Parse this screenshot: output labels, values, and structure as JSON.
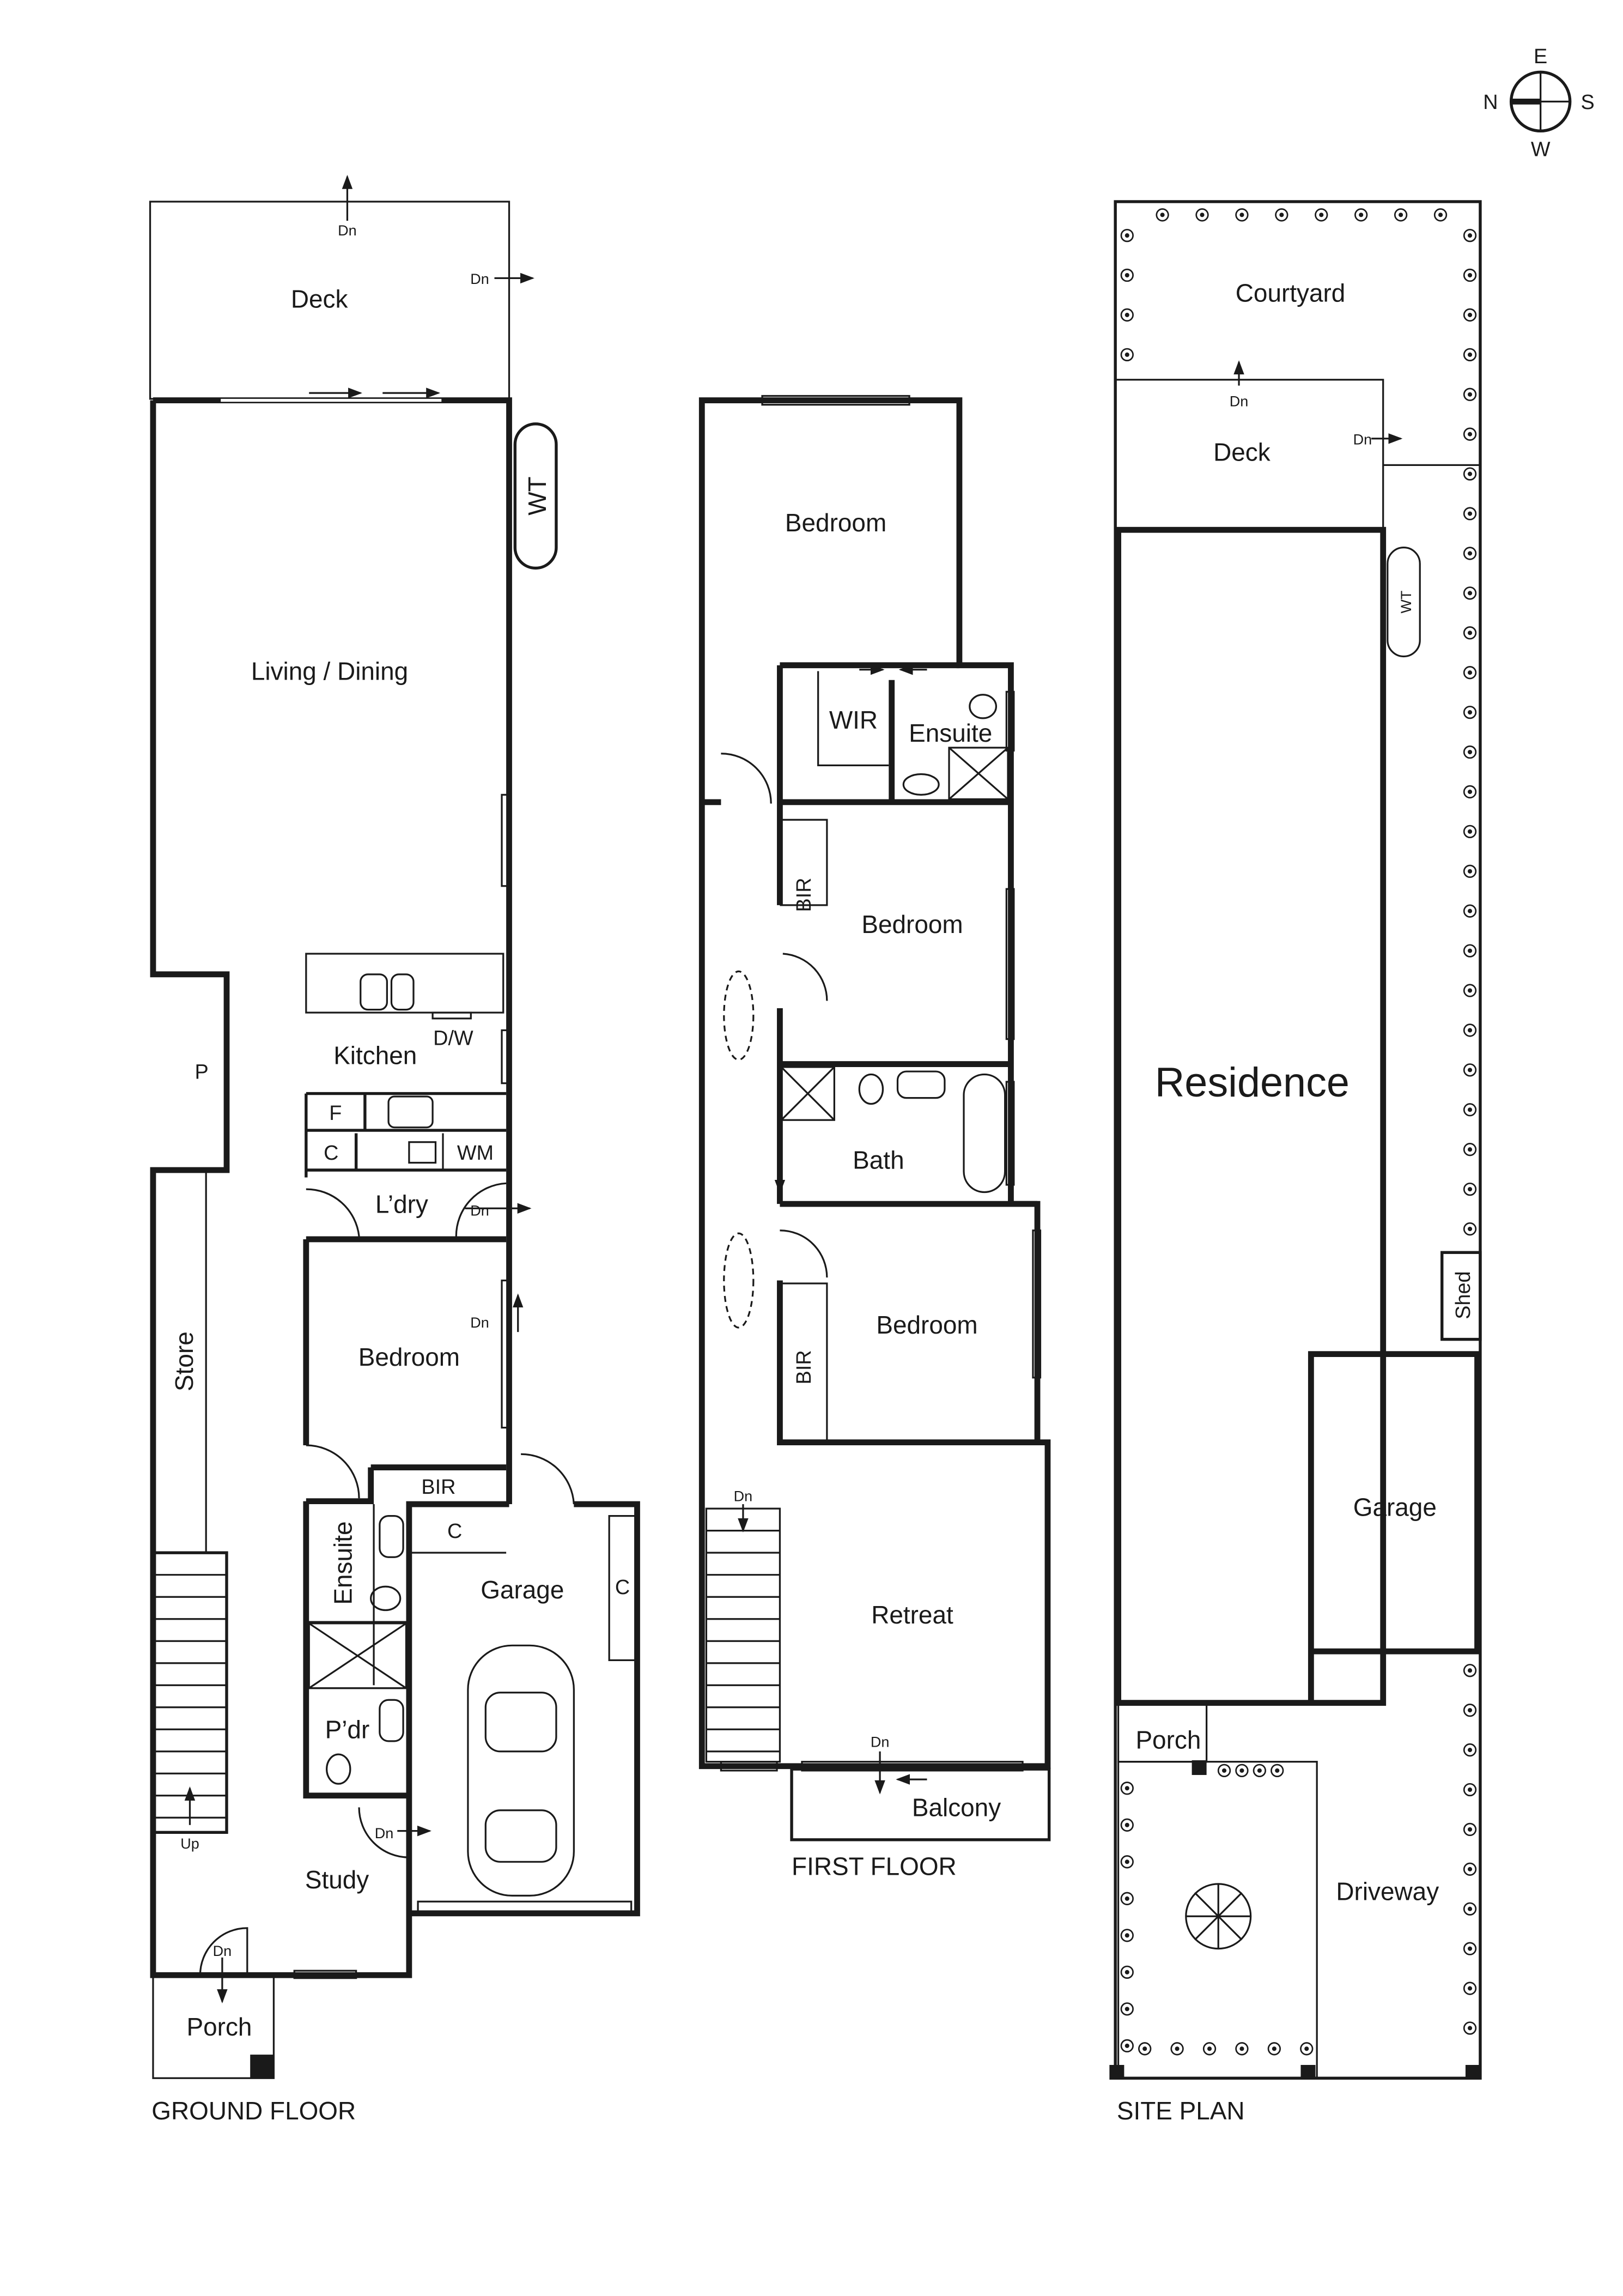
{
  "compass": {
    "north": "N",
    "east": "E",
    "south": "S",
    "west": "W"
  },
  "ground_floor": {
    "title": "GROUND FLOOR",
    "rooms": {
      "deck": "Deck",
      "living": "Living / Dining",
      "wt": "WT",
      "kitchen": "Kitchen",
      "dw": "D/W",
      "pantry": "P",
      "fridge": "F",
      "cupboard": "C",
      "wm": "WM",
      "laundry": "L’dry",
      "store": "Store",
      "bedroom": "Bedroom",
      "bir": "BIR",
      "ensuite": "Ensuite",
      "cupboard2": "C",
      "garage": "Garage",
      "cupboard3": "C",
      "powder": "P’dr",
      "study": "Study",
      "porch": "Porch"
    },
    "markers": {
      "dn": "Dn",
      "up": "Up"
    }
  },
  "first_floor": {
    "title": "FIRST FLOOR",
    "rooms": {
      "bedroom1": "Bedroom",
      "wir": "WIR",
      "ensuite": "Ensuite",
      "bir1": "BIR",
      "bedroom2": "Bedroom",
      "bath": "Bath",
      "bir2": "BIR",
      "bedroom3": "Bedroom",
      "retreat": "Retreat",
      "balcony": "Balcony"
    },
    "markers": {
      "dn": "Dn"
    }
  },
  "site_plan": {
    "title": "SITE PLAN",
    "rooms": {
      "courtyard": "Courtyard",
      "deck": "Deck",
      "wt": "WT",
      "residence": "Residence",
      "shed": "Shed",
      "garage": "Garage",
      "porch": "Porch",
      "driveway": "Driveway"
    },
    "markers": {
      "dn": "Dn"
    }
  }
}
